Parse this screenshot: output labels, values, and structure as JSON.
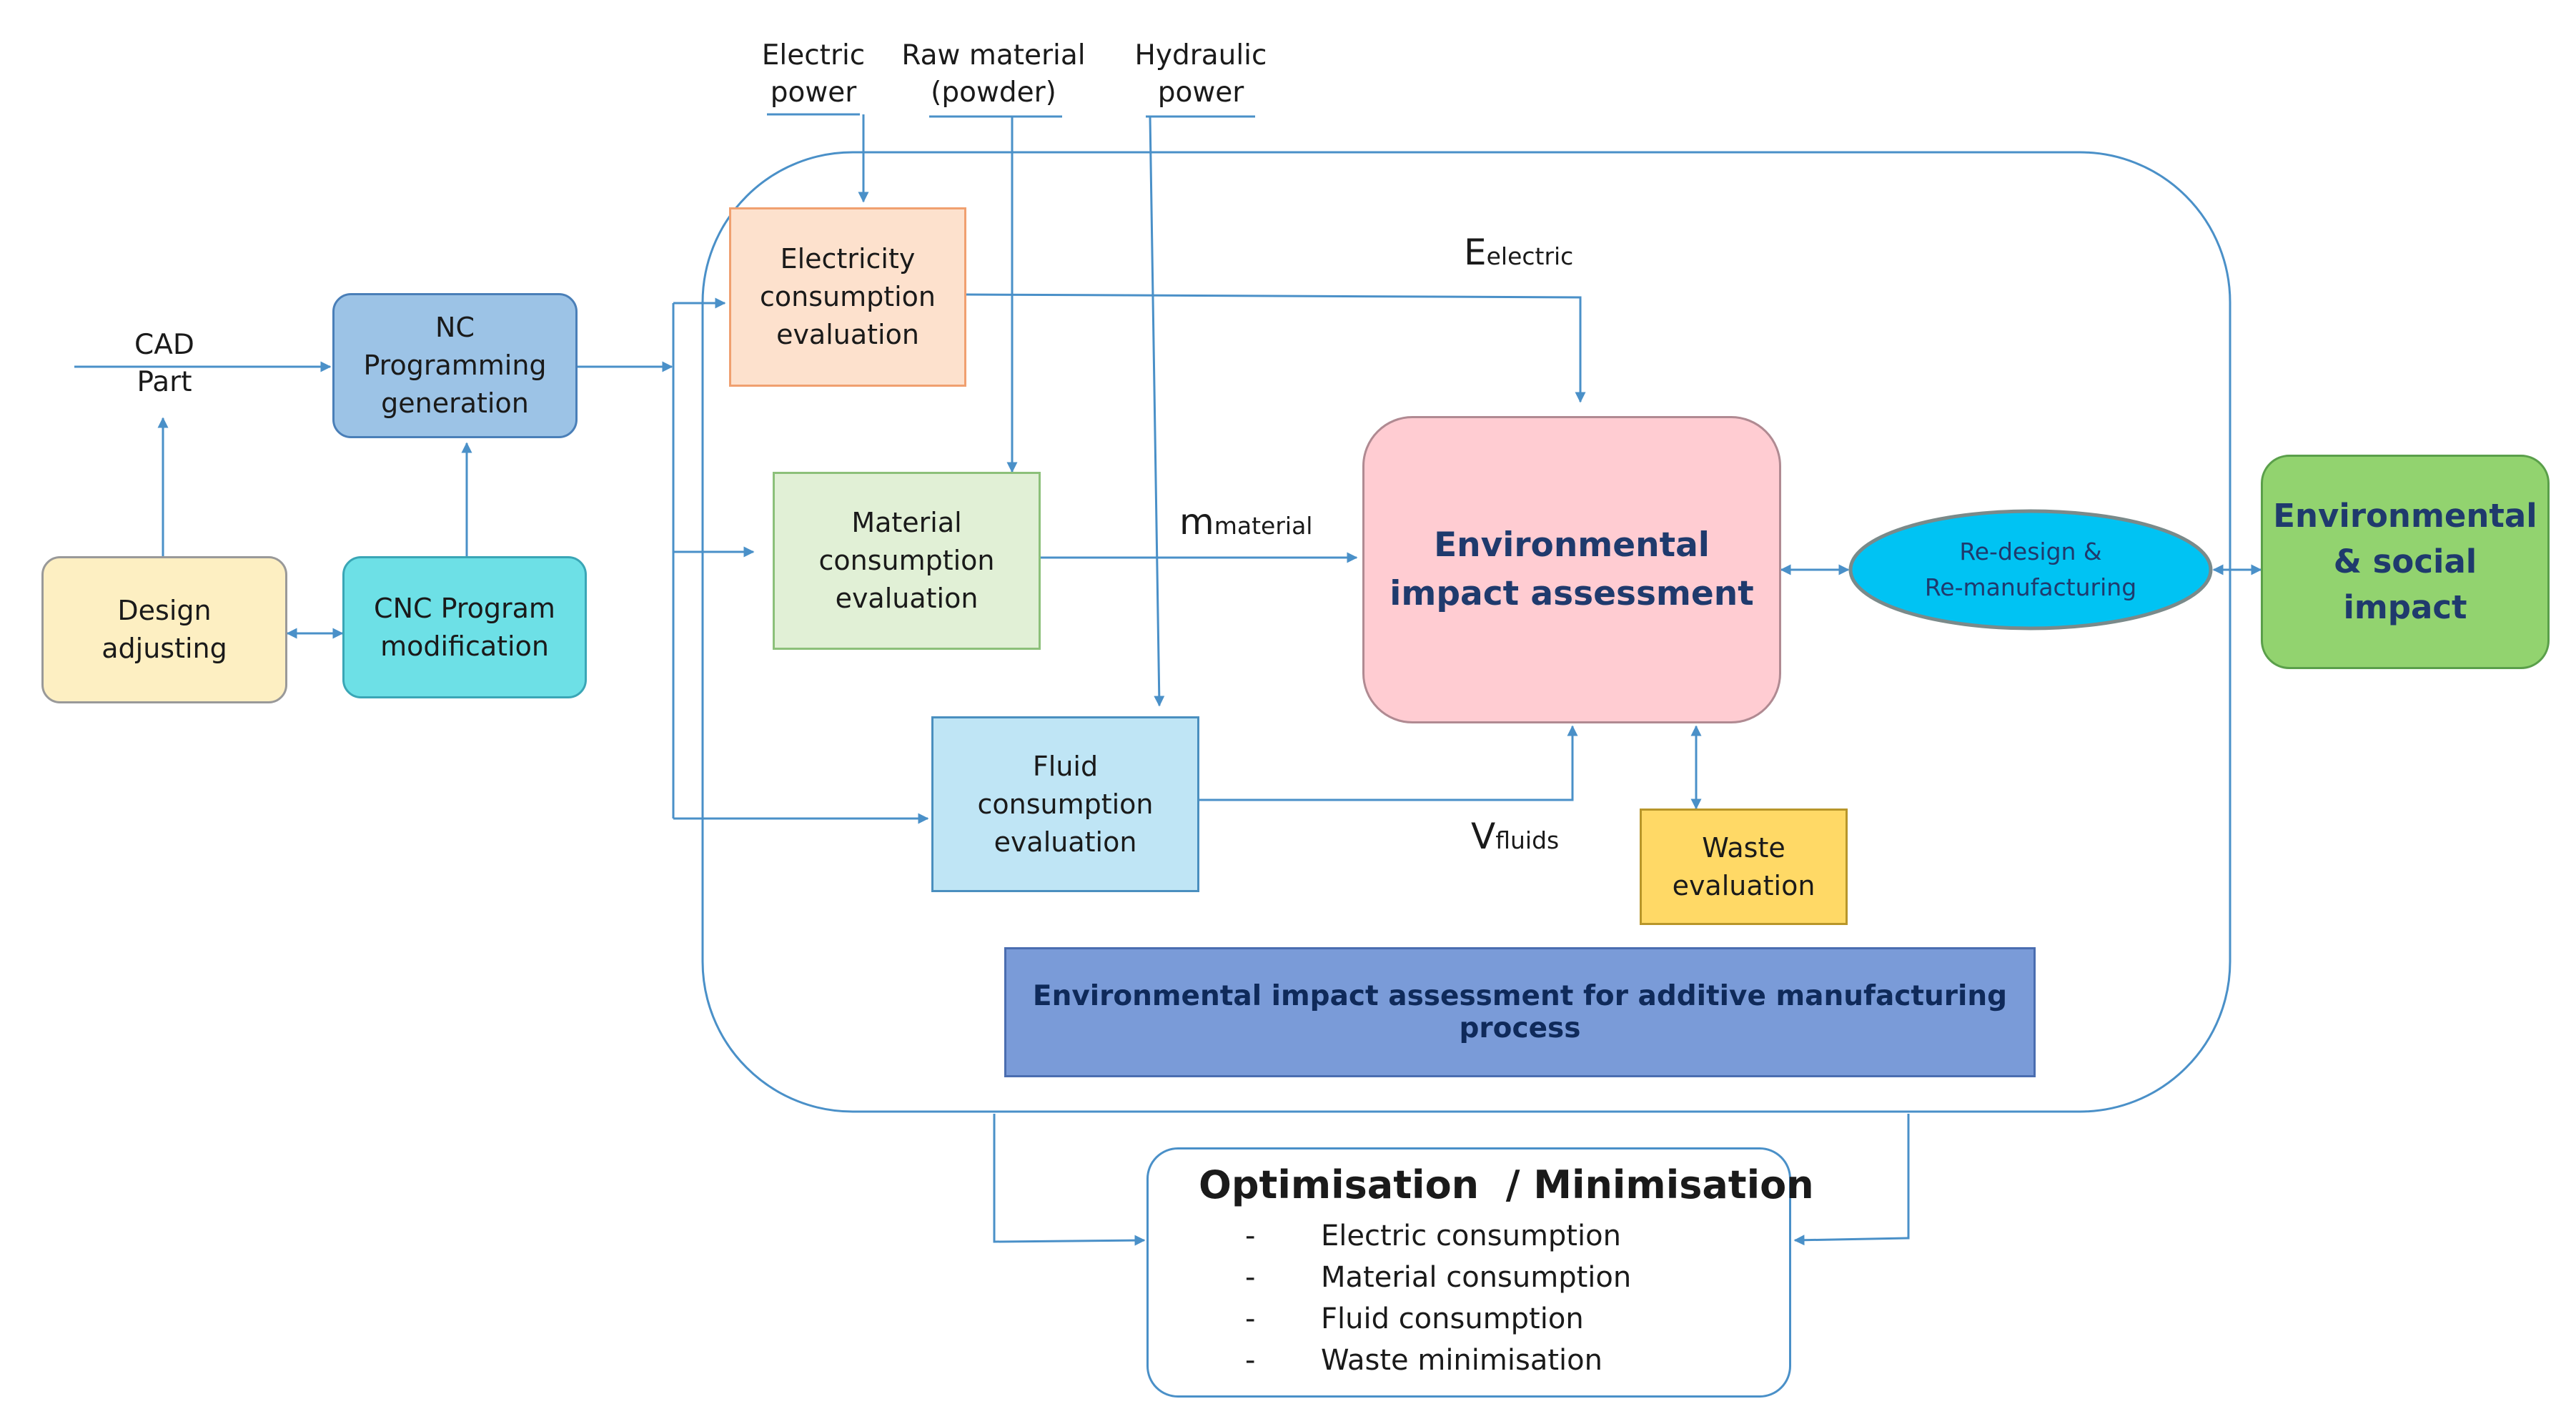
{
  "inputs": {
    "electric_power": [
      "Electric",
      "power"
    ],
    "raw_material": [
      "Raw material",
      "(powder)"
    ],
    "hydraulic_power": [
      "Hydraulic",
      "power"
    ],
    "cad_part": [
      "CAD",
      "Part"
    ]
  },
  "boxes": {
    "nc_programming": [
      "NC",
      "Programming",
      "generation"
    ],
    "cnc_program": [
      "CNC Program",
      "modification"
    ],
    "design_adjusting": [
      "Design",
      "adjusting"
    ],
    "electricity_eval": [
      "Electricity",
      "consumption",
      "evaluation"
    ],
    "material_eval": [
      "Material",
      "consumption",
      "evaluation"
    ],
    "fluid_eval": [
      "Fluid",
      "consumption",
      "evaluation"
    ],
    "eia": [
      "Environmental",
      "impact assessment"
    ],
    "redesign": [
      "Re-design &",
      "Re-manufacturing"
    ],
    "env_social": [
      "Environmental",
      "& social",
      "impact"
    ],
    "waste_eval": [
      "Waste",
      "evaluation"
    ],
    "am_banner": "Environmental impact assessment for additive manufacturing process"
  },
  "flows": {
    "electric": {
      "main": "E",
      "sub": "electric"
    },
    "material": {
      "main": "m",
      "sub": "material"
    },
    "fluids": {
      "main": "V",
      "sub": "fluids"
    }
  },
  "optimisation": {
    "title": "Optimisation  / Minimisation",
    "bullet": "-",
    "items": [
      "Electric consumption",
      "Material consumption",
      "Fluid consumption",
      "Waste minimisation"
    ]
  },
  "colors": {
    "line": "#4a90c8",
    "nc_fill": "#9cc3e6",
    "cnc_fill": "#6de0e6",
    "design_fill": "#fdefc2",
    "electricity_fill": "#fde1cd",
    "material_fill": "#e1f0d6",
    "fluid_fill": "#bfe5f5",
    "eia_fill": "#ffccd2",
    "redesign_fill": "#00c3f3",
    "env_fill": "#92d36f",
    "waste_fill": "#ffd966",
    "banner_fill": "#7a9bd8",
    "dark_blue": "#1f3a6d"
  }
}
